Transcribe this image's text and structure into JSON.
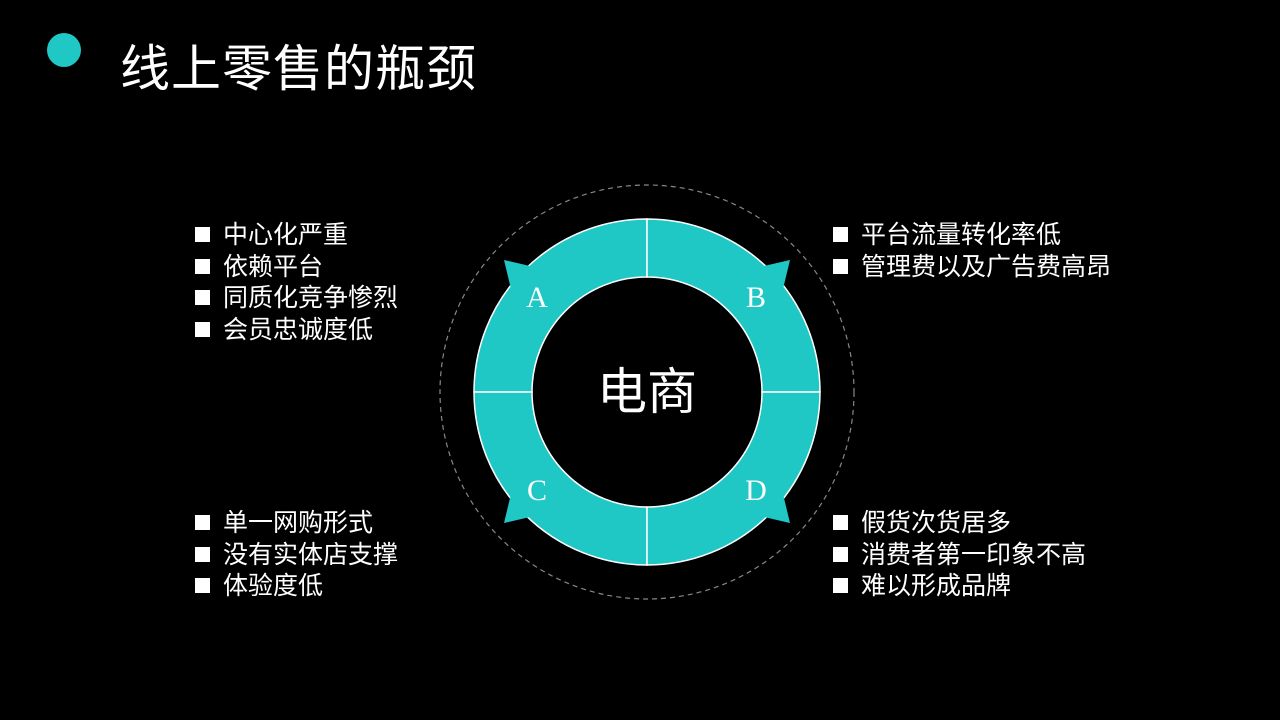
{
  "title": "线上零售的瓶颈",
  "center": "电商",
  "accent_color": "#1fc8c5",
  "segments": [
    "A",
    "B",
    "C",
    "D"
  ],
  "lists": {
    "top_left": [
      "中心化严重",
      "依赖平台",
      "同质化竞争惨烈",
      "会员忠诚度低"
    ],
    "top_right": [
      "平台流量转化率低",
      "管理费以及广告费高昂"
    ],
    "bottom_left": [
      "单一网购形式",
      "没有实体店支撑",
      "体验度低"
    ],
    "bottom_right": [
      "假货次货居多",
      "消费者第一印象不高",
      "难以形成品牌"
    ]
  }
}
